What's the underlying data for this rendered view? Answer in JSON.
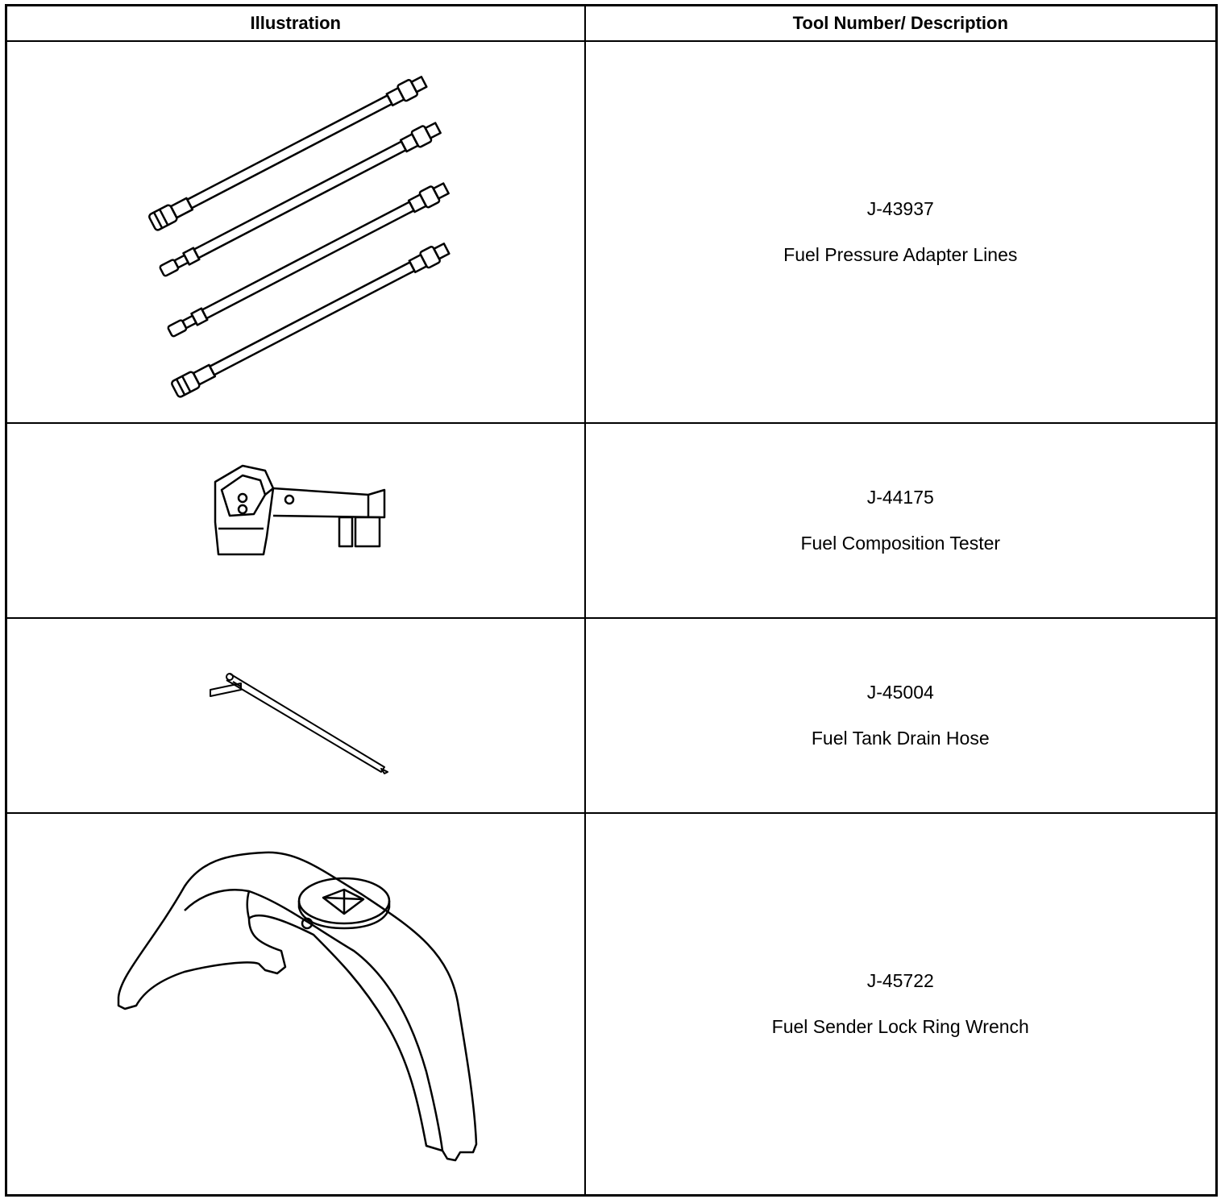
{
  "table": {
    "headers": {
      "illustration": "Illustration",
      "description": "Tool Number/ Description"
    },
    "rows": [
      {
        "tool_number": "J-43937",
        "description": "Fuel Pressure Adapter Lines",
        "illustration_icon": "fuel-pressure-adapter-lines-icon"
      },
      {
        "tool_number": "J-44175",
        "description": "Fuel Composition Tester",
        "illustration_icon": "fuel-composition-tester-icon"
      },
      {
        "tool_number": "J-45004",
        "description": "Fuel Tank Drain Hose",
        "illustration_icon": "fuel-tank-drain-hose-icon"
      },
      {
        "tool_number": "J-45722",
        "description": "Fuel Sender Lock Ring Wrench",
        "illustration_icon": "fuel-sender-lock-ring-wrench-icon"
      }
    ]
  }
}
